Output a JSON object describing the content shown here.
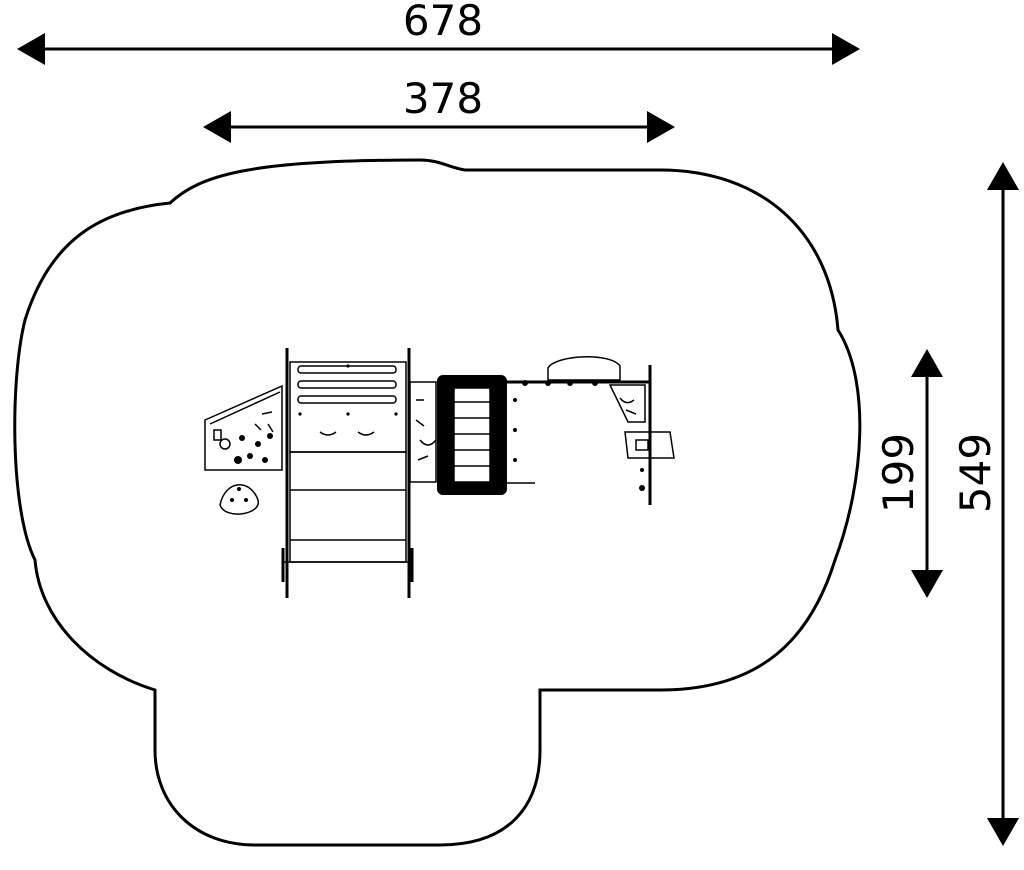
{
  "dimensions": {
    "overall_width": "678",
    "inner_width": "378",
    "inner_depth": "199",
    "overall_depth": "549"
  }
}
